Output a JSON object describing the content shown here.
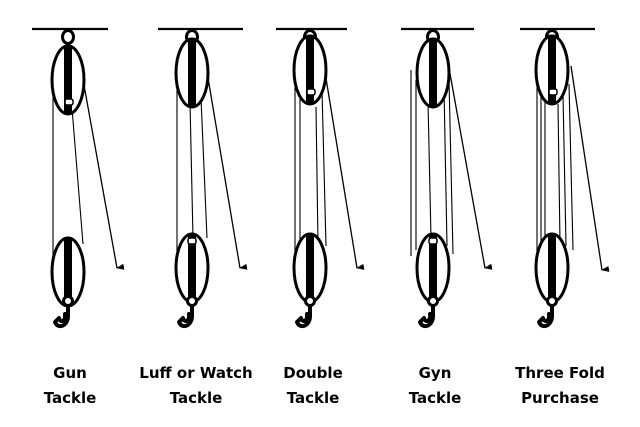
{
  "tackles": [
    {
      "id": "gun",
      "line1": "Gun",
      "line2": "Tackle"
    },
    {
      "id": "luff",
      "line1": "Luff or Watch",
      "line2": "Tackle"
    },
    {
      "id": "double",
      "line1": "Double",
      "line2": "Tackle"
    },
    {
      "id": "gyn",
      "line1": "Gyn",
      "line2": "Tackle"
    },
    {
      "id": "threefold",
      "line1": "Three Fold",
      "line2": "Purchase"
    }
  ],
  "colors": {
    "ink": "#000000",
    "background": "#ffffff"
  }
}
